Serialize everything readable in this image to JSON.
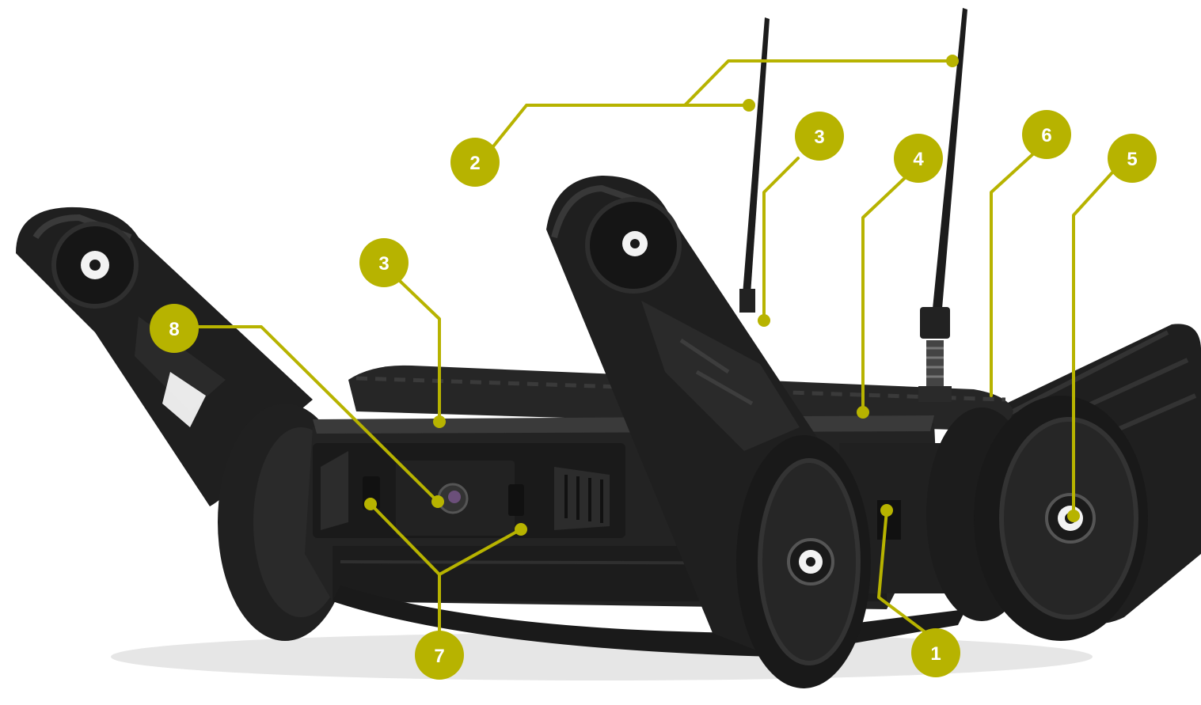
{
  "colors": {
    "accent": "#b7b300",
    "badge_text": "#ffffff",
    "robot_dark": "#1b1b1b",
    "robot_mid": "#2b2b2b",
    "robot_light": "#444444",
    "background": "#ffffff"
  },
  "callouts": [
    {
      "id": "1",
      "label": "1"
    },
    {
      "id": "2",
      "label": "2"
    },
    {
      "id": "3a",
      "label": "3"
    },
    {
      "id": "3b",
      "label": "3"
    },
    {
      "id": "4",
      "label": "4"
    },
    {
      "id": "5",
      "label": "5"
    },
    {
      "id": "6",
      "label": "6"
    },
    {
      "id": "7",
      "label": "7"
    },
    {
      "id": "8",
      "label": "8"
    }
  ]
}
